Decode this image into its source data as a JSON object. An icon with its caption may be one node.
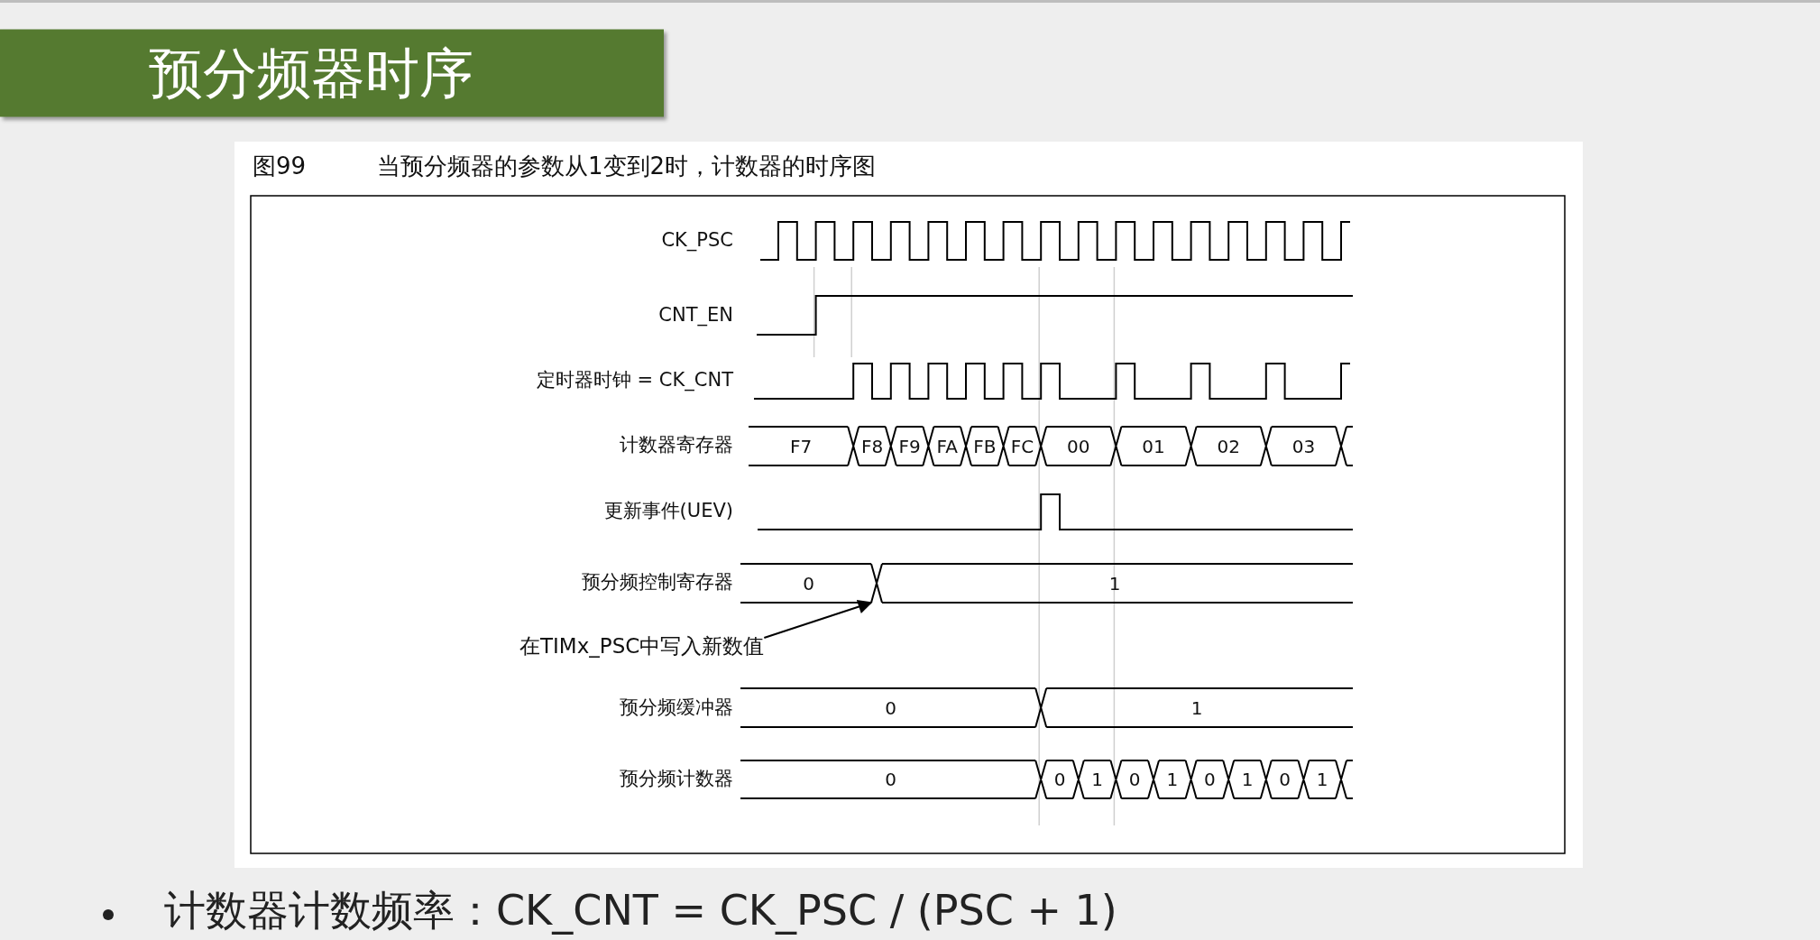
{
  "diagram": {
    "title": "预分频器时序",
    "nodes": [
      {
        "text": [
          "在TIMx_PSC中写入新数值"
        ]
      },
      {
        "text": [],
        "shape": "cross"
      }
    ],
    "edges": [
      {
        "from": 0,
        "to": 1,
        "arrow": "to"
      }
    ],
    "labels": [
      "图99",
      "当预分频器的参数从1变到2时，计数器的时序图",
      "CK_PSC",
      "CNT_EN",
      "定时器时钟 = CK_CNT",
      "计数器寄存器",
      "F7",
      "F8",
      "F9",
      "FA",
      "FB",
      "FC",
      "00",
      "01",
      "02",
      "03",
      "更新事件(UEV)",
      "预分频控制寄存器",
      "0",
      "1",
      "预分频缓冲器",
      "0",
      "1",
      "预分频计数器",
      "0",
      "0",
      "1",
      "0",
      "1",
      "0",
      "1",
      "0",
      "1",
      "计数器计数频率：CK_CNT = CK_PSC / (PSC + 1)"
    ]
  }
}
